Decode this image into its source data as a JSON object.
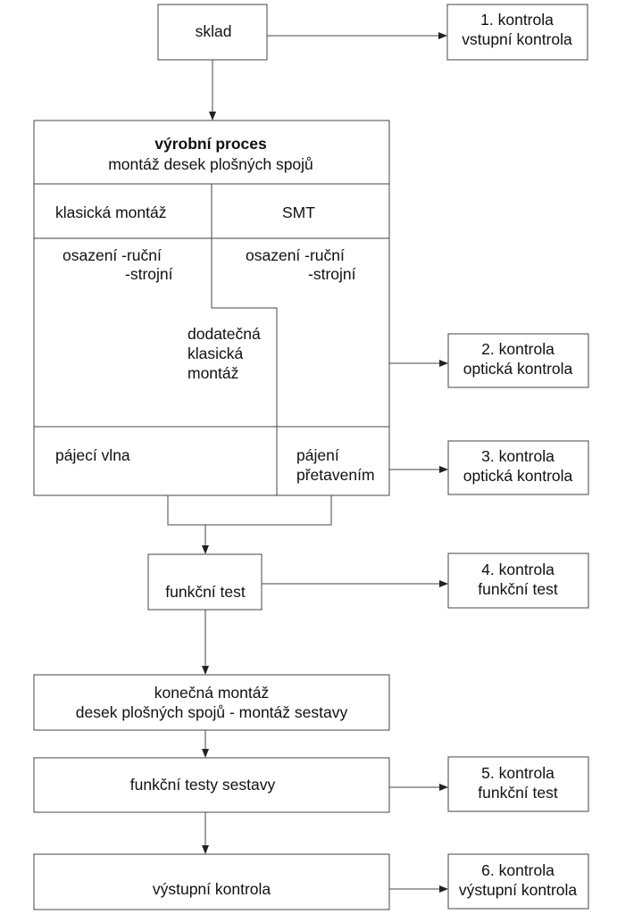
{
  "sklad": "sklad",
  "process": {
    "title": "výrobní proces",
    "subtitle": "montáž desek plošných spojů",
    "classic": "klasická montáž",
    "smt": "SMT",
    "classic_place_1": "osazení -ruční",
    "classic_place_2": "-strojní",
    "smt_place_1": "osazení -ruční",
    "smt_place_2": "-strojní",
    "extra_1": "dodatečná",
    "extra_2": "klasická",
    "extra_3": "montáž",
    "wave": "pájecí vlna",
    "reflow_1": "pájení",
    "reflow_2": "přetavením"
  },
  "functional_test": "funkční test",
  "final_assembly_1": "konečná montáž",
  "final_assembly_2": "desek plošných spojů - montáž sestavy",
  "assembly_tests": "funkční testy sestavy",
  "output_check": "výstupní kontrola",
  "controls": [
    {
      "title": "1. kontrola",
      "desc": "vstupní kontrola"
    },
    {
      "title": "2. kontrola",
      "desc": "optická kontrola"
    },
    {
      "title": "3. kontrola",
      "desc": "optická kontrola"
    },
    {
      "title": "4. kontrola",
      "desc": "funkční test"
    },
    {
      "title": "5. kontrola",
      "desc": "funkční test"
    },
    {
      "title": "6. kontrola",
      "desc": "výstupní kontrola"
    }
  ]
}
